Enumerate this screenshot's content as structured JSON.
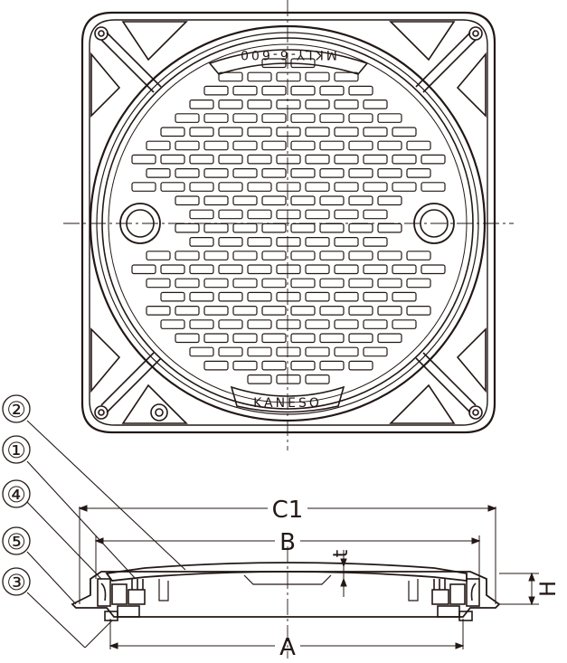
{
  "cover": {
    "top_marking": "MKLY-6-600",
    "bottom_marking": "KANESO"
  },
  "dimensions": {
    "c1": "C1",
    "b": "B",
    "a": "A",
    "h": "H",
    "t": "t"
  },
  "callouts": [
    "②",
    "①",
    "④",
    "⑤",
    "③"
  ],
  "colors": {
    "line": "#231815",
    "background": "#ffffff"
  }
}
